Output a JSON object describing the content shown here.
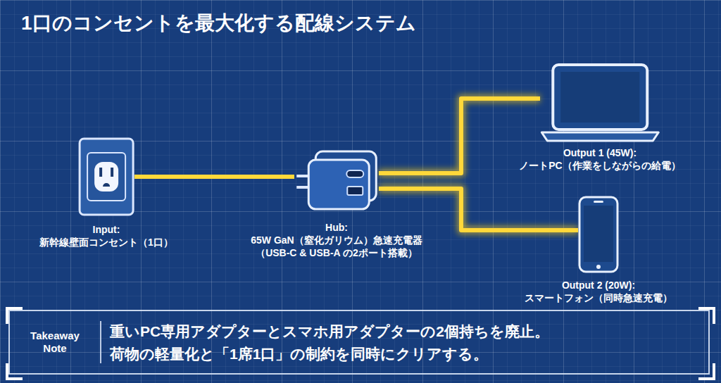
{
  "diagram": {
    "title": "1口のコンセントを最大化する配線システム",
    "nodes": [
      {
        "text": [
          "Input:",
          "新幹線壁面コンセント（1口）"
        ]
      },
      {
        "text": [
          "Hub:",
          "65W GaN（窒化ガリウム）急速充電器",
          "（USB-C & USB-A の2ポート搭載）"
        ]
      },
      {
        "text": [
          "Output 1 (45W):",
          "ノートPC（作業をしながらの給電）"
        ]
      },
      {
        "text": [
          "Output 2 (20W):",
          "スマートフォン（同時急速充電）"
        ]
      },
      {
        "text": [
          "Takeaway Note",
          "重いPC専用アダプターとスマホ用アダプターの2個持ちを廃止。",
          "荷物の軽量化と「1席1口」の制約を同時にクリアする。"
        ]
      }
    ],
    "edges": [
      {
        "from": 0,
        "to": 1,
        "arrow": "none"
      },
      {
        "from": 1,
        "to": 2,
        "arrow": "none"
      },
      {
        "from": 1,
        "to": 3,
        "arrow": "none"
      }
    ]
  }
}
